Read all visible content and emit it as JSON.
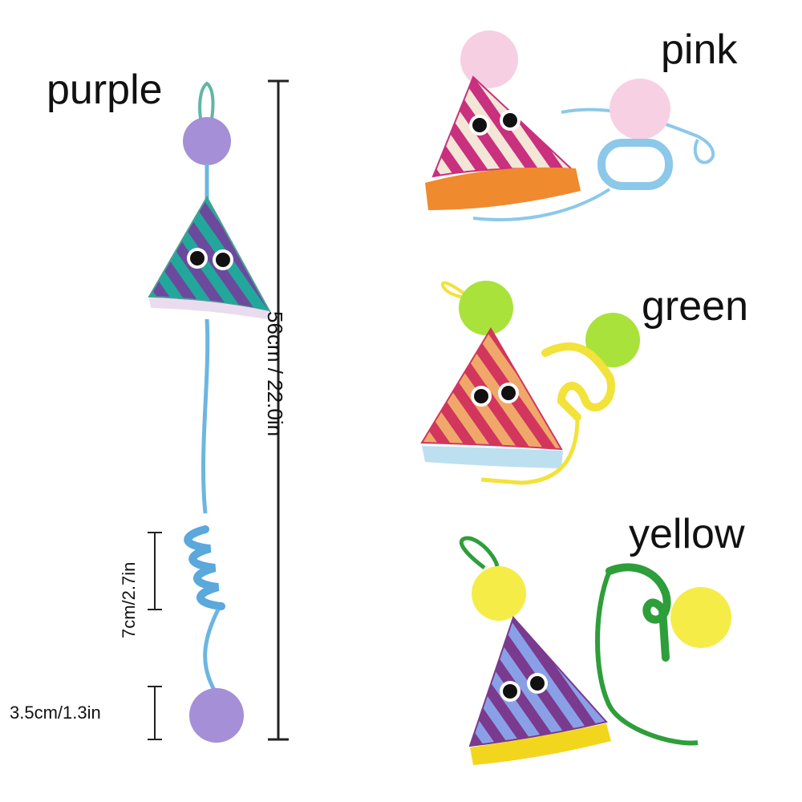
{
  "variants": [
    {
      "label": "purple"
    },
    {
      "label": "pink"
    },
    {
      "label": "green"
    },
    {
      "label": "yellow"
    }
  ],
  "dimensions": {
    "total_length": "56cm  /  22.0in",
    "spring_length": "7cm/2.7in",
    "ball_diameter": "3.5cm/1.3in"
  }
}
